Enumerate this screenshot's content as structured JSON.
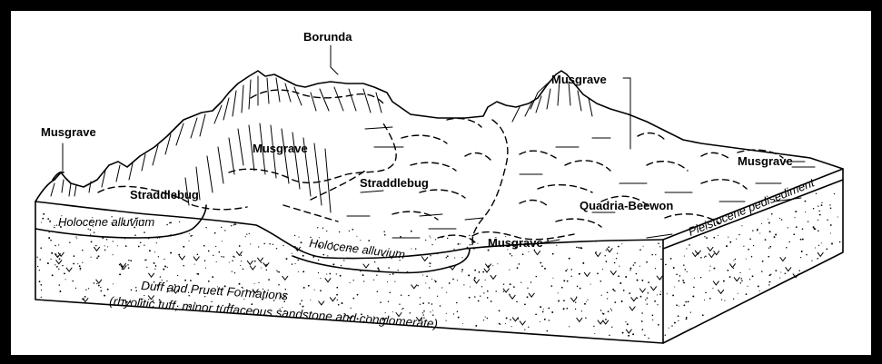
{
  "labels": {
    "borunda": "Borunda",
    "musgrave_left": "Musgrave",
    "musgrave_center": "Musgrave",
    "musgrave_top": "Musgrave",
    "musgrave_right": "Musgrave",
    "musgrave_front": "Musgrave",
    "straddlebug_left": "Straddlebug",
    "straddlebug_center": "Straddlebug",
    "quadria_beewon": "Quadria-Beewon"
  },
  "units": {
    "holocene_alluvium_left": "Holocene alluvium",
    "holocene_alluvium_front": "Holocene alluvium",
    "pleistocene_pedisediment": "Pleistocene pedisediment",
    "formation_line1": "Duff and Pruett Formations",
    "formation_line2": "(rhyolitic tuff, minor tuffaceous sandstone and conglomerate)"
  },
  "colors": {
    "border": "#000000",
    "background": "#ffffff",
    "ink": "#000000"
  }
}
